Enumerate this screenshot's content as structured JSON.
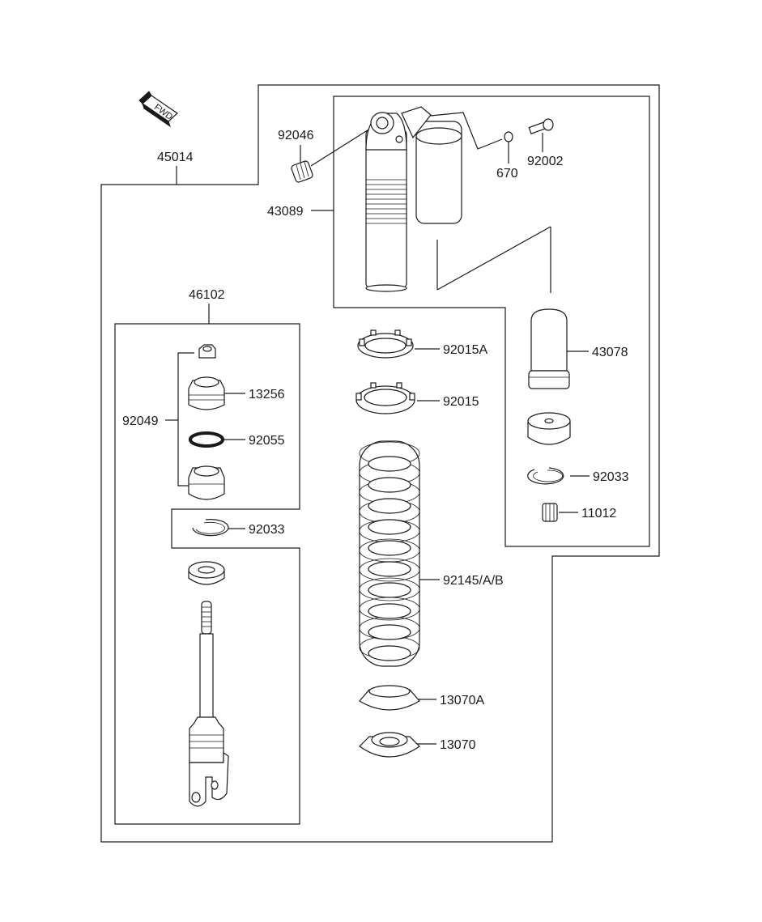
{
  "fwd_mark": "FWD",
  "parts": {
    "p45014": "45014",
    "p46102": "46102",
    "p43089": "43089",
    "p92046": "92046",
    "p670": "670",
    "p92002": "92002",
    "p92015A": "92015A",
    "p92015": "92015",
    "p43078": "43078",
    "p92033_right": "92033",
    "p11012": "11012",
    "p13256": "13256",
    "p92049": "92049",
    "p92055": "92055",
    "p92033_left": "92033",
    "p92145": "92145/A/B",
    "p13070A": "13070A",
    "p13070": "13070"
  }
}
